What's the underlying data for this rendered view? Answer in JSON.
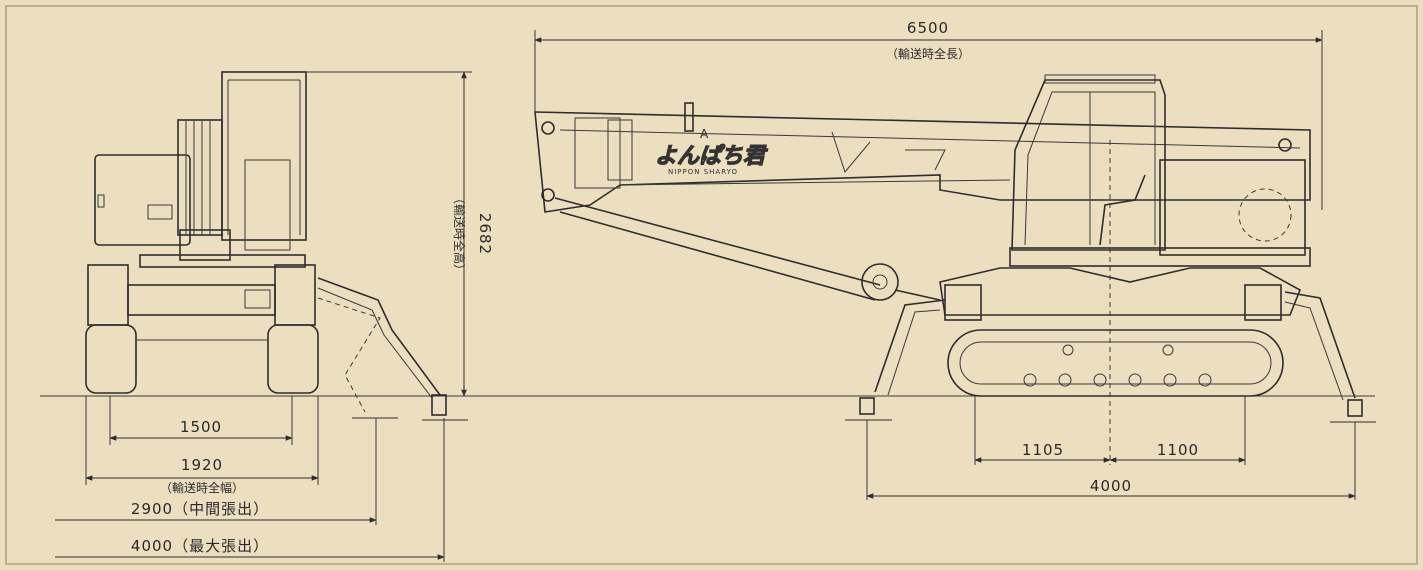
{
  "dimensions": {
    "overall_length": {
      "value": "6500",
      "note": "（輸送時全長）"
    },
    "overall_height": {
      "value": "2682",
      "note": "（輸送時全高）"
    },
    "width_1500": {
      "value": "1500"
    },
    "width_1920": {
      "value": "1920",
      "note": "（輸送時全幅）"
    },
    "outrigger_mid": {
      "value": "2900（中間張出）"
    },
    "outrigger_max": {
      "value": "4000（最大張出）"
    },
    "track_front": {
      "value": "1105"
    },
    "track_rear": {
      "value": "1100"
    },
    "outrigger_span_side": {
      "value": "4000"
    }
  },
  "boom_marking": {
    "logo_text": "よんぱち君",
    "maker_text": "NIPPON SHARYO"
  },
  "colors": {
    "background": "#ebdfc0",
    "line": "#2e2e2e"
  }
}
